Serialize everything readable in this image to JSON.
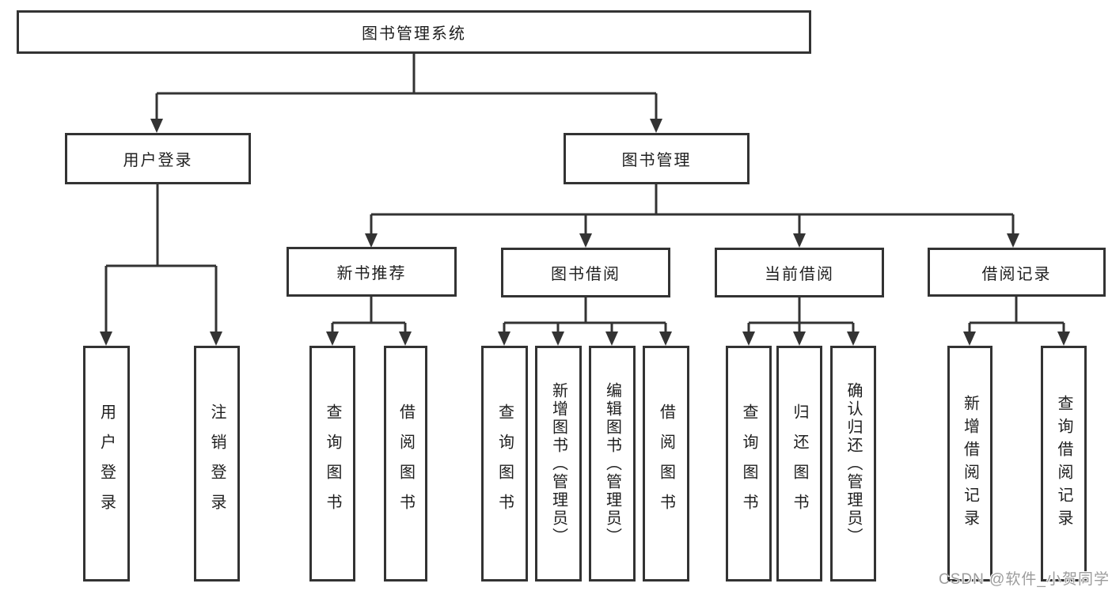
{
  "diagram_title": "图书管理系统",
  "nodes": {
    "root": "图书管理系统",
    "user_login": "用户登录",
    "book_mgmt": "图书管理",
    "new_books": "新书推荐",
    "book_borrow": "图书借阅",
    "current_borrow": "当前借阅",
    "borrow_records": "借阅记录",
    "leaf_user_login": "用户登录",
    "leaf_logout": "注销登录",
    "leaf_nb_query": "查询图书",
    "leaf_nb_borrow": "借阅图书",
    "leaf_bb_query": "查询图书",
    "leaf_bb_add": "新增图书（管理员）",
    "leaf_bb_edit": "编辑图书（管理员）",
    "leaf_bb_borrow": "借阅图书",
    "leaf_cb_query": "查询图书",
    "leaf_cb_return": "归还图书",
    "leaf_cb_confirm": "确认归还（管理员）",
    "leaf_br_add": "新增借阅记录",
    "leaf_br_query": "查询借阅记录"
  },
  "watermark": "CSDN @软件_小贺同学",
  "colors": {
    "line": "#333333",
    "text": "#1f1f1f",
    "watermark": "#9c9c9c"
  }
}
